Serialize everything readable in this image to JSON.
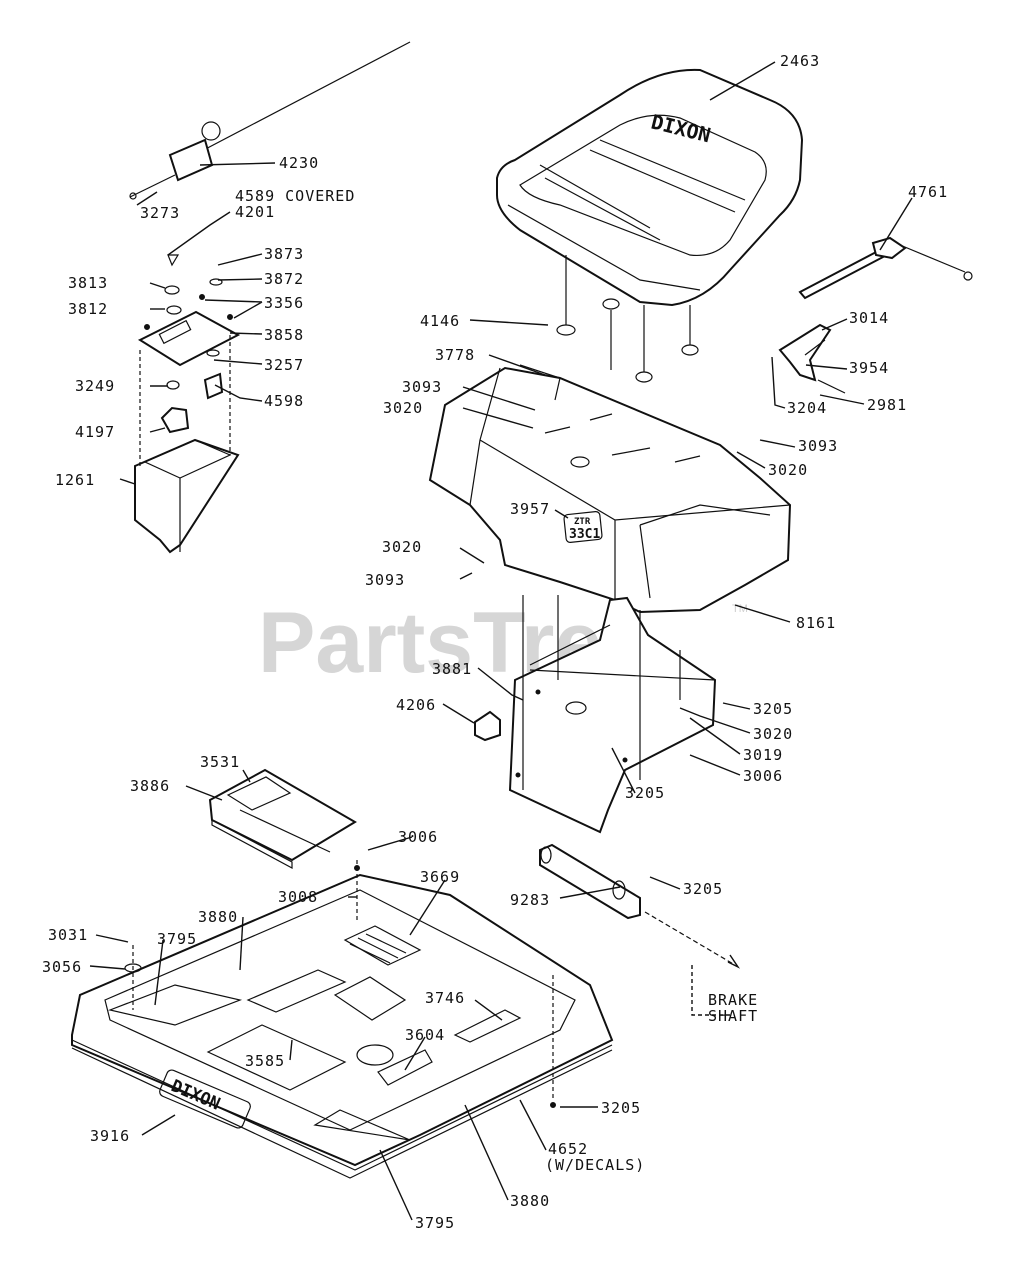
{
  "watermark": "PartsTree",
  "trademark": "TM",
  "emblems": {
    "seat_brand": "DIXON",
    "pan_brand": "DIXON",
    "tag_line1": "ZTR",
    "tag_line2": "33C1"
  },
  "labels": [
    {
      "id": "l2463",
      "text": "2463"
    },
    {
      "id": "l4230",
      "text": "4230"
    },
    {
      "id": "l3273",
      "text": "3273"
    },
    {
      "id": "l4589",
      "text": "4589 COVERED"
    },
    {
      "id": "l4201",
      "text": "4201"
    },
    {
      "id": "l4761",
      "text": "4761"
    },
    {
      "id": "l3873",
      "text": "3873"
    },
    {
      "id": "l3813",
      "text": "3813"
    },
    {
      "id": "l3872",
      "text": "3872"
    },
    {
      "id": "l3812",
      "text": "3812"
    },
    {
      "id": "l3356",
      "text": "3356"
    },
    {
      "id": "l3858",
      "text": "3858"
    },
    {
      "id": "l4146",
      "text": "4146"
    },
    {
      "id": "l3014",
      "text": "3014"
    },
    {
      "id": "l3257",
      "text": "3257"
    },
    {
      "id": "l3778",
      "text": "3778"
    },
    {
      "id": "l3954",
      "text": "3954"
    },
    {
      "id": "l3249",
      "text": "3249"
    },
    {
      "id": "l4598",
      "text": "4598"
    },
    {
      "id": "l3093a",
      "text": "3093"
    },
    {
      "id": "l2981",
      "text": "2981"
    },
    {
      "id": "l3204",
      "text": "3204"
    },
    {
      "id": "l3020a",
      "text": "3020"
    },
    {
      "id": "l4197",
      "text": "4197"
    },
    {
      "id": "l3093b",
      "text": "3093"
    },
    {
      "id": "l3020b",
      "text": "3020"
    },
    {
      "id": "l1261",
      "text": "1261"
    },
    {
      "id": "l3957",
      "text": "3957"
    },
    {
      "id": "l3020c",
      "text": "3020"
    },
    {
      "id": "l3093c",
      "text": "3093"
    },
    {
      "id": "l8161",
      "text": "8161"
    },
    {
      "id": "l3881",
      "text": "3881"
    },
    {
      "id": "l4206",
      "text": "4206"
    },
    {
      "id": "l3205a",
      "text": "3205"
    },
    {
      "id": "l3020d",
      "text": "3020"
    },
    {
      "id": "l3019",
      "text": "3019"
    },
    {
      "id": "l3006a",
      "text": "3006"
    },
    {
      "id": "l3531",
      "text": "3531"
    },
    {
      "id": "l3886",
      "text": "3886"
    },
    {
      "id": "l3205b",
      "text": "3205"
    },
    {
      "id": "l3006b",
      "text": "3006"
    },
    {
      "id": "l3008",
      "text": "3008"
    },
    {
      "id": "l3669",
      "text": "3669"
    },
    {
      "id": "l9283",
      "text": "9283"
    },
    {
      "id": "l3205c",
      "text": "3205"
    },
    {
      "id": "l3880a",
      "text": "3880"
    },
    {
      "id": "l3031",
      "text": "3031"
    },
    {
      "id": "l3795a",
      "text": "3795"
    },
    {
      "id": "l3056",
      "text": "3056"
    },
    {
      "id": "l3746",
      "text": "3746"
    },
    {
      "id": "lbrake1",
      "text": "BRAKE"
    },
    {
      "id": "lbrake2",
      "text": "SHAFT"
    },
    {
      "id": "l3604",
      "text": "3604"
    },
    {
      "id": "l3585",
      "text": "3585"
    },
    {
      "id": "l3205d",
      "text": "3205"
    },
    {
      "id": "l3916",
      "text": "3916"
    },
    {
      "id": "l4652a",
      "text": "4652"
    },
    {
      "id": "l4652b",
      "text": "(W/DECALS)"
    },
    {
      "id": "l3880b",
      "text": "3880"
    },
    {
      "id": "l3795b",
      "text": "3795"
    }
  ]
}
